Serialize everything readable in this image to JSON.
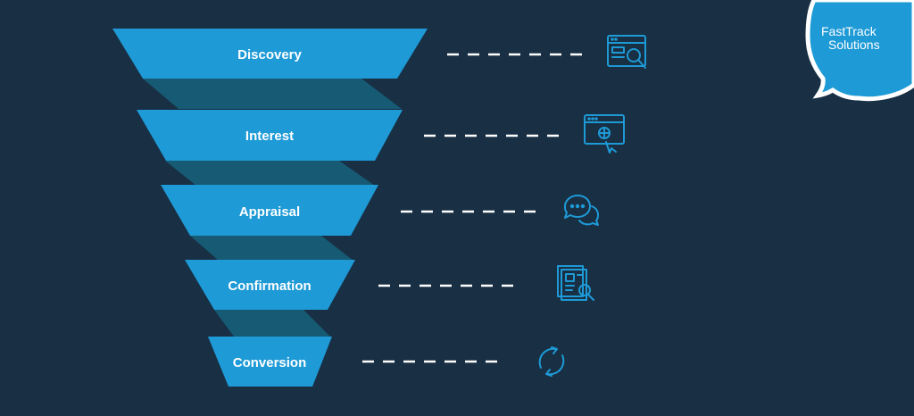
{
  "brand": {
    "line1": "FastTrack",
    "line2": "Solutions"
  },
  "stages": [
    {
      "label": "Discovery",
      "icon": "browser-search-icon"
    },
    {
      "label": "Interest",
      "icon": "web-click-icon"
    },
    {
      "label": "Appraisal",
      "icon": "chat-bubbles-icon"
    },
    {
      "label": "Confirmation",
      "icon": "document-search-icon"
    },
    {
      "label": "Conversion",
      "icon": "refresh-cycle-icon"
    }
  ],
  "colors": {
    "background": "#182f44",
    "funnel": "#1e9ad6",
    "funnel_shadow": "#165a74",
    "dash": "#ffffff",
    "icon": "#1e9ad6",
    "logo_bubble": "#1e9ad6"
  }
}
